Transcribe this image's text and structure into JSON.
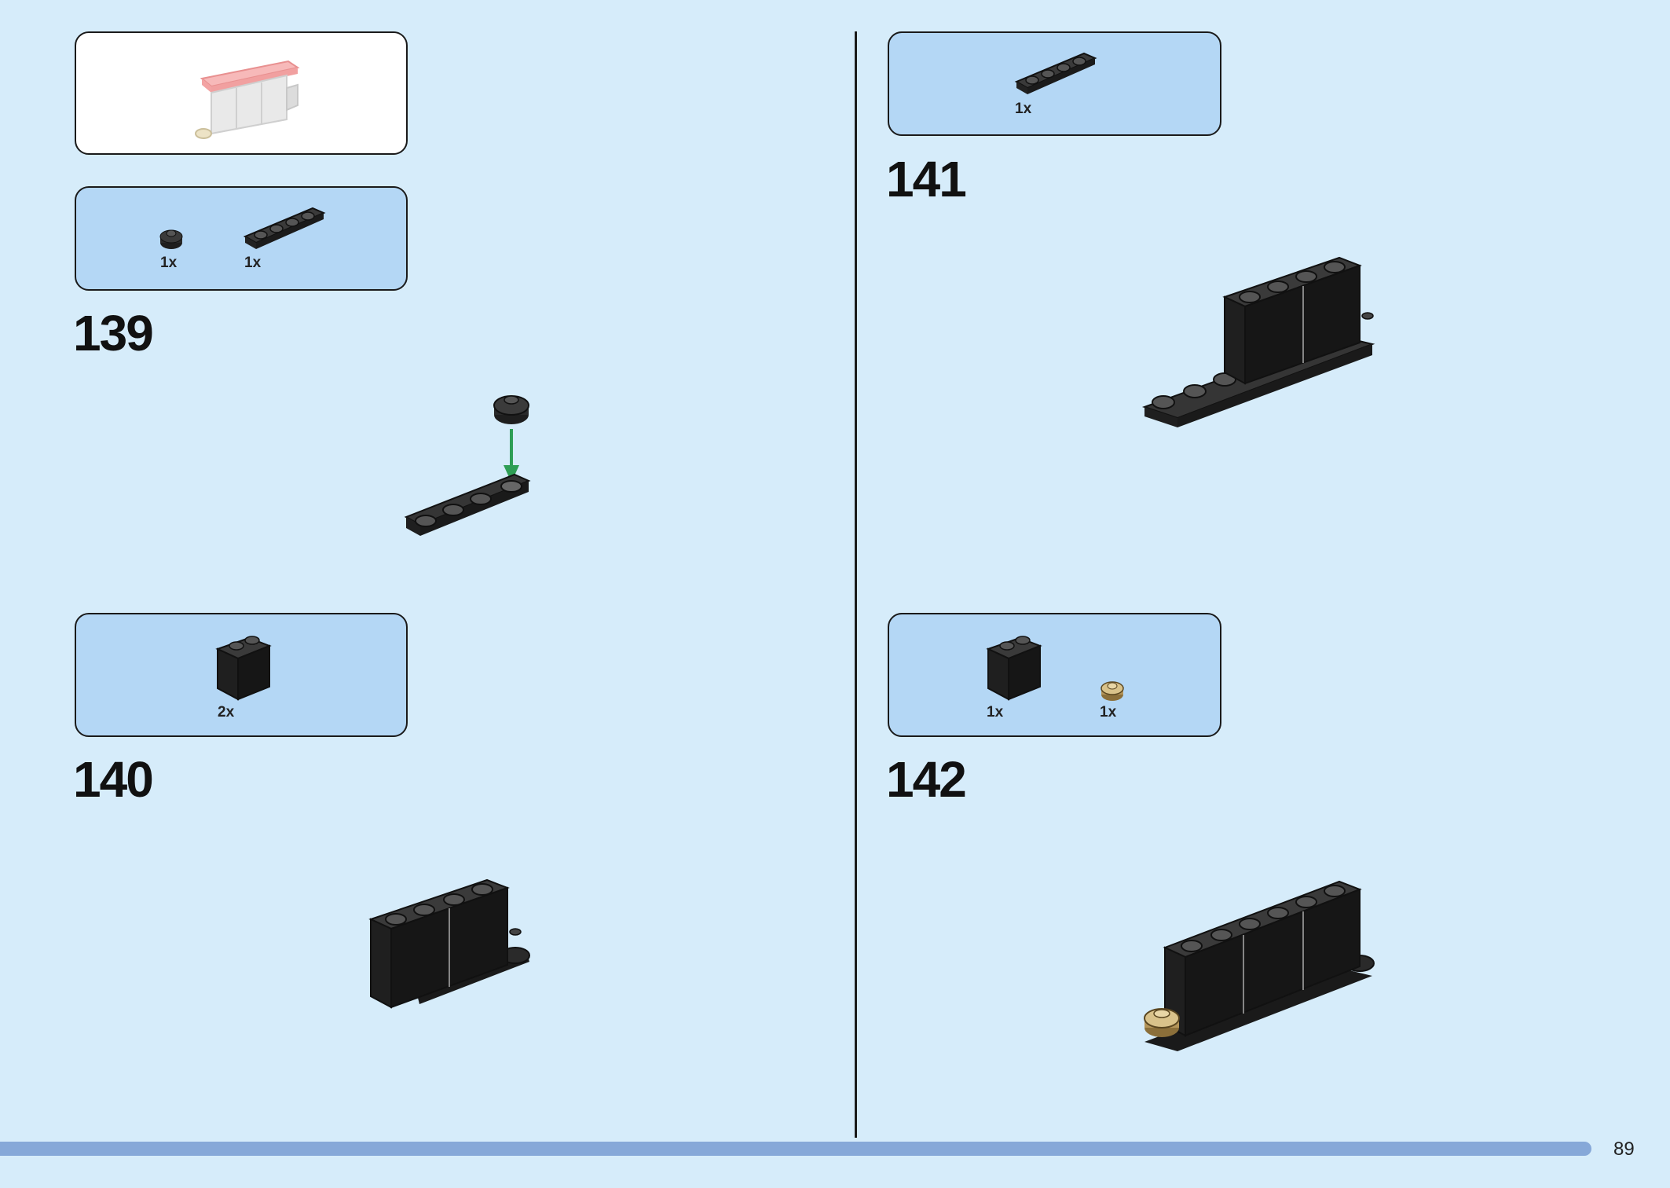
{
  "steps": [
    {
      "number": "139",
      "parts": [
        {
          "qty": "1x"
        },
        {
          "qty": "1x"
        }
      ]
    },
    {
      "number": "140",
      "parts": [
        {
          "qty": "2x"
        }
      ]
    },
    {
      "number": "141",
      "parts": [
        {
          "qty": "1x"
        }
      ]
    },
    {
      "number": "142",
      "parts": [
        {
          "qty": "1x"
        },
        {
          "qty": "1x"
        }
      ]
    }
  ],
  "page": {
    "number": "89"
  },
  "colors": {
    "background": "#d6ecfa",
    "parts_box": "#b4d7f5",
    "brick": "#1e1e1e",
    "arrow": "#2e9e55",
    "tan": "#d9c28a",
    "highlight": "#f3a3a3"
  },
  "icons": [
    "reference-model-icon",
    "round-plate-icon",
    "plate-1x4-icon",
    "brick-1x2x2-icon",
    "tan-round-plate-icon",
    "assembly-arrow-icon"
  ]
}
